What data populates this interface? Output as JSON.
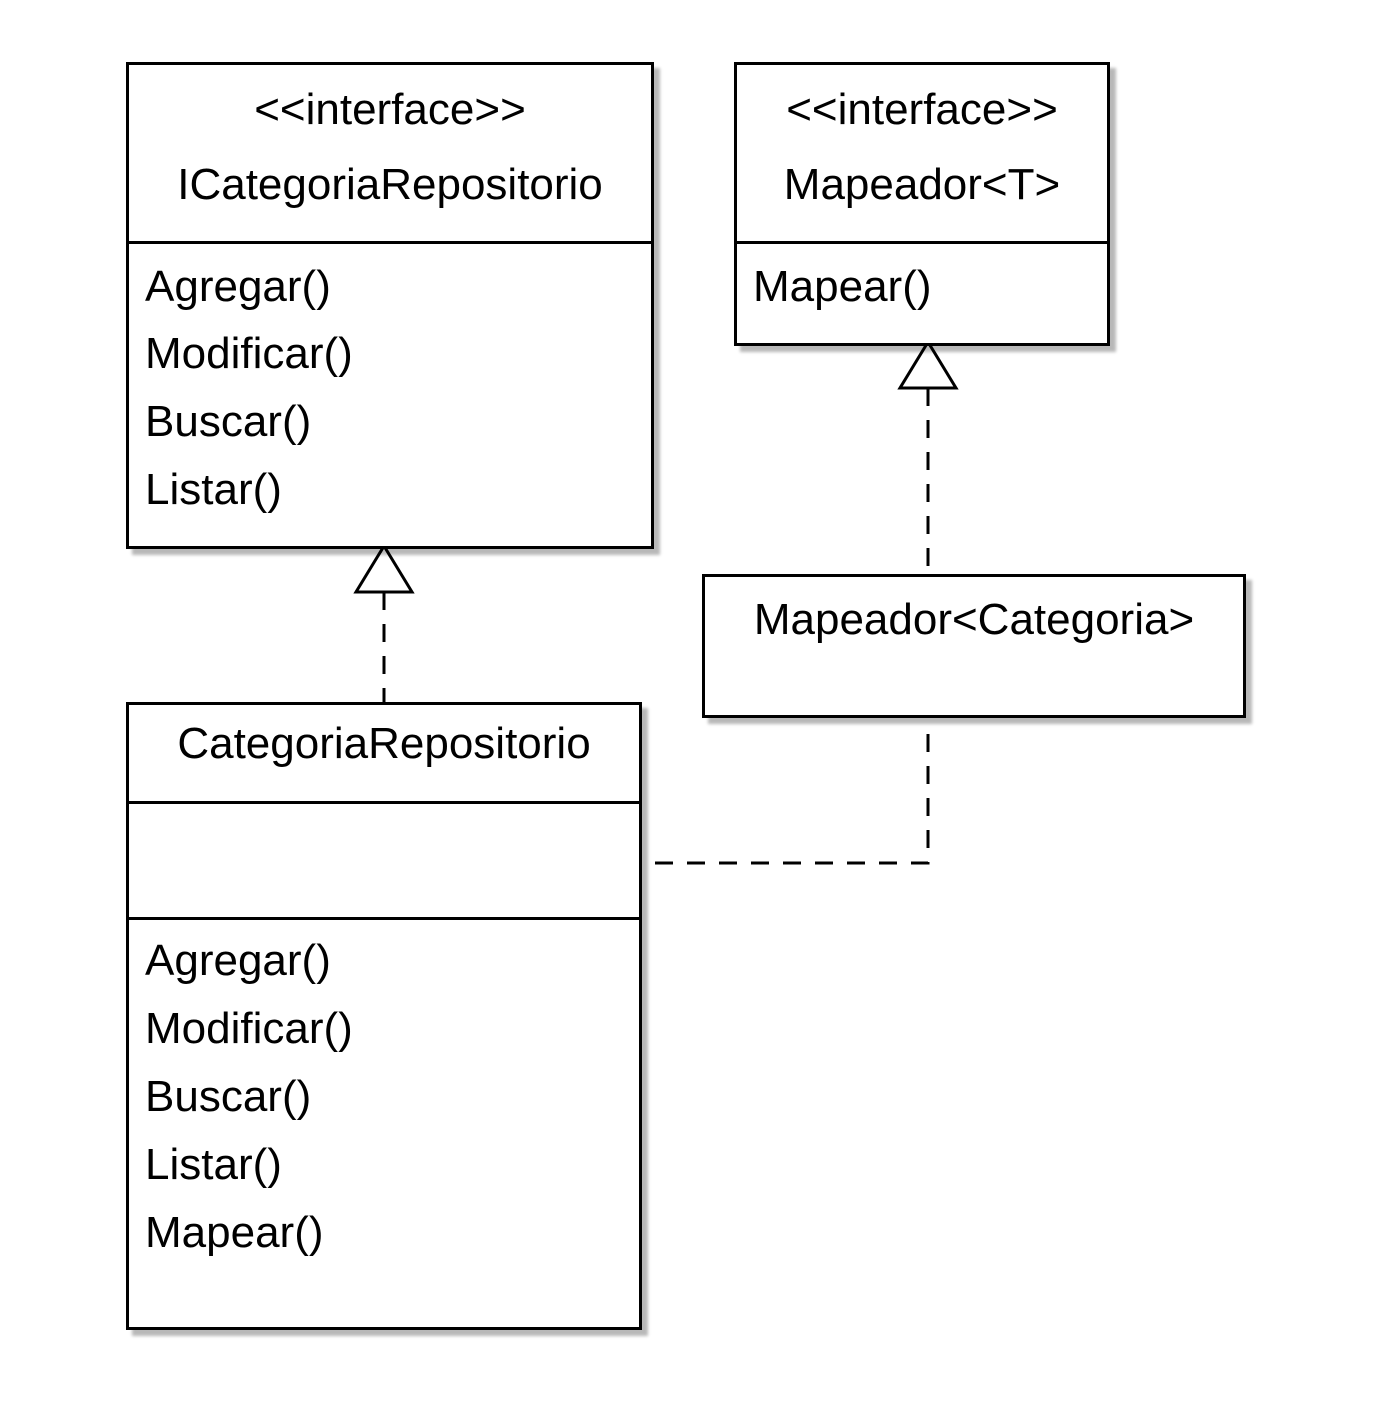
{
  "icategoria": {
    "stereotype": "<<interface>>",
    "name": "ICategoriaRepositorio",
    "operations": [
      "Agregar()",
      "Modificar()",
      "Buscar()",
      "Listar()"
    ]
  },
  "mapeador": {
    "stereotype": "<<interface>>",
    "name": "Mapeador<T>",
    "operations": [
      "Mapear()"
    ]
  },
  "mapeador_categoria": {
    "name": "Mapeador<Categoria>"
  },
  "categoria_repo": {
    "name": "CategoriaRepositorio",
    "operations": [
      "Agregar()",
      "Modificar()",
      "Buscar()",
      "Listar()",
      "Mapear()"
    ]
  }
}
